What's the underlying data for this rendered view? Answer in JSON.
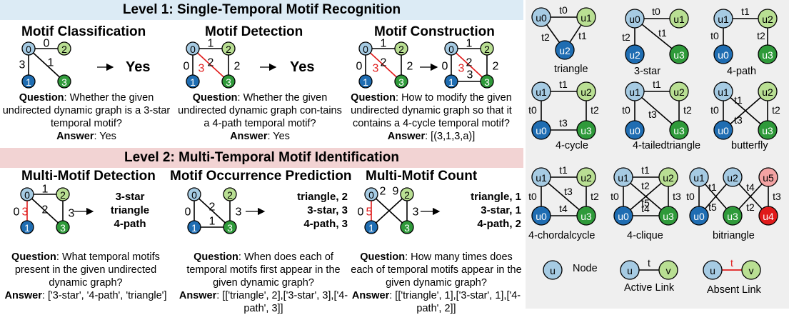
{
  "level1": {
    "title": "Level 1: Single-Temporal Motif Recognition"
  },
  "level2": {
    "title": "Level 2: Multi-Temporal Motif Identification"
  },
  "tasks": [
    {
      "title": "Motif Classification",
      "result": "Yes",
      "question_label": "Question",
      "question": ": Whether the given undirected dynamic graph is a 3-star temporal motif?",
      "answer_label": "Answer",
      "answer": ": Yes"
    },
    {
      "title": "Motif Detection",
      "result": "Yes",
      "question_label": "Question",
      "question": ": Whether the given undirected dynamic graph con-tains a 4-path temporal motif?",
      "answer_label": "Answer",
      "answer": ": Yes"
    },
    {
      "title": "Motif Construction",
      "question_label": "Question",
      "question": ": How to modify the given undirected dynamic graph so that it contains a 4-cycle temporal motif?",
      "answer_label": "Answer",
      "answer": ": [(3,1,3,a)]"
    },
    {
      "title": "Multi-Motif Detection",
      "result_lines": [
        "3-star",
        "triangle",
        "4-path"
      ],
      "question_label": "Question",
      "question": ": What temporal motifs present in the given undirected dynamic graph?",
      "answer_label": "Answer",
      "answer": ": ['3-star', '4-path', 'triangle']"
    },
    {
      "title": "Motif Occurrence Prediction",
      "result_lines": [
        "triangle, 2",
        "3-star, 3",
        "4-path, 3"
      ],
      "question_label": "Question",
      "question": ": When does each of temporal motifs first appear in the given dynamic graph?",
      "answer_label": "Answer",
      "answer": ": [['triangle', 2],['3-star', 3],['4-path', 3]]"
    },
    {
      "title": "Multi-Motif Count",
      "result_lines": [
        "triangle, 1",
        "3-star, 1",
        "4-path, 2"
      ],
      "question_label": "Question",
      "question": ": How many times does each of temporal motifs appear in the given dynamic graph?",
      "answer_label": "Answer",
      "answer": ": [['triangle', 1],['3-star', 1],['4-path', 2]]"
    }
  ],
  "motifs": [
    "triangle",
    "3-star",
    "4-path",
    "4-cycle",
    "4-tailedtriangle",
    "butterfly",
    "4-chordalcycle",
    "4-clique",
    "bitriangle"
  ],
  "legend": {
    "node_letter": "u",
    "node_label": "Node",
    "active_label": "Active Link",
    "absent_label": "Absent Link",
    "edge_t": "t",
    "u": "u",
    "v": "v"
  },
  "colors": {
    "light_blue": "#a6cbe3",
    "dark_blue": "#1f6db2",
    "light_green": "#b9df93",
    "dark_green": "#2f9a3a",
    "light_red": "#f3a3a3",
    "red": "#e01b1b",
    "level1_band": "#dcebf5",
    "level2_band": "#f2d3d3",
    "panel": "#efefef"
  }
}
